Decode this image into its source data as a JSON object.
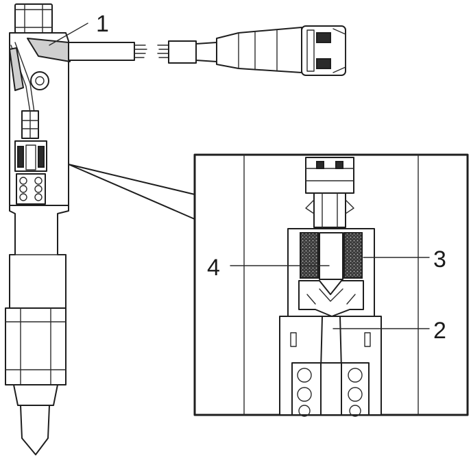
{
  "callouts": {
    "c1": "1",
    "c2": "2",
    "c3": "3",
    "c4": "4"
  },
  "colors": {
    "line": "#1e1e1e",
    "shade": "#cfcfcf",
    "background": "#ffffff"
  }
}
